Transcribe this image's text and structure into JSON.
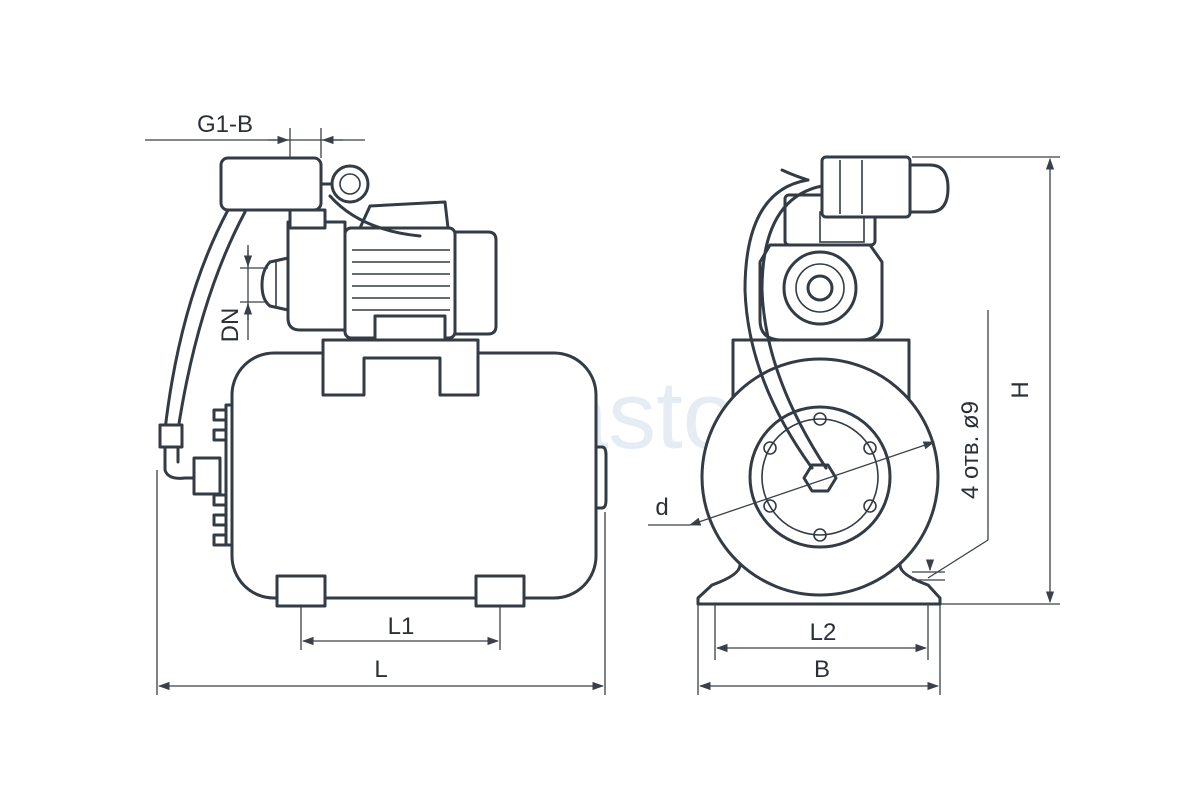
{
  "watermark": "Aquastory",
  "colors": {
    "line": "#333b44",
    "watermark": "#dde6f1"
  },
  "side_view": {
    "labels": {
      "g1b": "G1-B",
      "dn": "DN",
      "l1": "L1",
      "l": "L"
    }
  },
  "front_view": {
    "labels": {
      "d": "d",
      "holes": "4 отв. ø9",
      "h": "H",
      "l2": "L2",
      "b": "B"
    }
  }
}
